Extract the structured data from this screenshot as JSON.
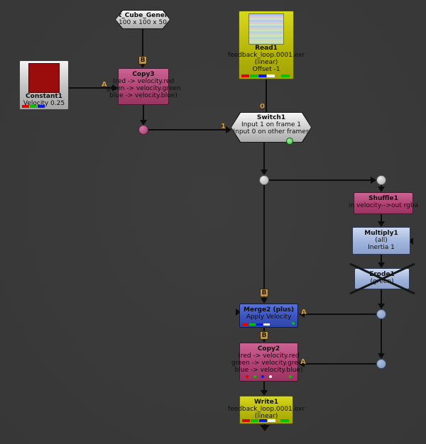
{
  "canvas": {
    "background": "#3a3a3a"
  },
  "nodes": {
    "point_cube_generator": {
      "title": "Point_Cube_Generator",
      "line1": "100 x 100 x 50"
    },
    "read1": {
      "title": "Read1",
      "line1": "feedback_loop.0001.exr",
      "line2": "(linear)",
      "line3": "Offset -1"
    },
    "constant1": {
      "title": "Constant1",
      "line1": "Velocity 0.25"
    },
    "copy3": {
      "title": "Copy3",
      "line1": "(red -> velocity.red",
      "line2": "green -> velocity.green",
      "line3": "blue -> velocity.blue)"
    },
    "switch1": {
      "title": "Switch1",
      "line1": "Input 1 on frame 1",
      "line2": "Input 0 on other frames"
    },
    "shuffle1": {
      "title": "Shuffle1",
      "line1": "in velocity-->out rgba"
    },
    "multiply1": {
      "title": "Multiply1",
      "line1": "(all)",
      "line2": "Inertia 1"
    },
    "erode1": {
      "title": "Erode1",
      "line1": "(green)"
    },
    "merge2": {
      "title": "Merge2 (plus)",
      "line1": "Apply Velocity"
    },
    "copy2": {
      "title": "Copy2",
      "line1": "(red -> velocity.red",
      "line2": "green -> velocity.green",
      "line3": "blue -> velocity.blue)"
    },
    "write1": {
      "title": "Write1",
      "line1": "feedback_loop.0001.exr",
      "line2": "(linear)"
    }
  },
  "ports": {
    "copy3_b": "B",
    "copy3_a": "A",
    "switch1_input0": "0",
    "switch1_input1": "1",
    "merge2_b": "B",
    "merge2_a": "A",
    "copy2_b": "B",
    "copy2_a": "A"
  },
  "colors": {
    "background": "#3a3a3a",
    "read_write_node": "#b8b80a",
    "copy_shuffle_node": "#b04273",
    "merge_node": "#3a53c0",
    "multiply_erode_node": "#a0b4dc",
    "gray_node": "#cccccc",
    "constant_thumbnail": "#9b0d0d",
    "port_label": "#d39c42",
    "indicator_green": "#3cc43c",
    "chip_red": "#e40000",
    "chip_green": "#00c400",
    "chip_blue": "#0a18e6",
    "chip_white": "#f4f4f4",
    "wire": "#0d0d0d"
  }
}
